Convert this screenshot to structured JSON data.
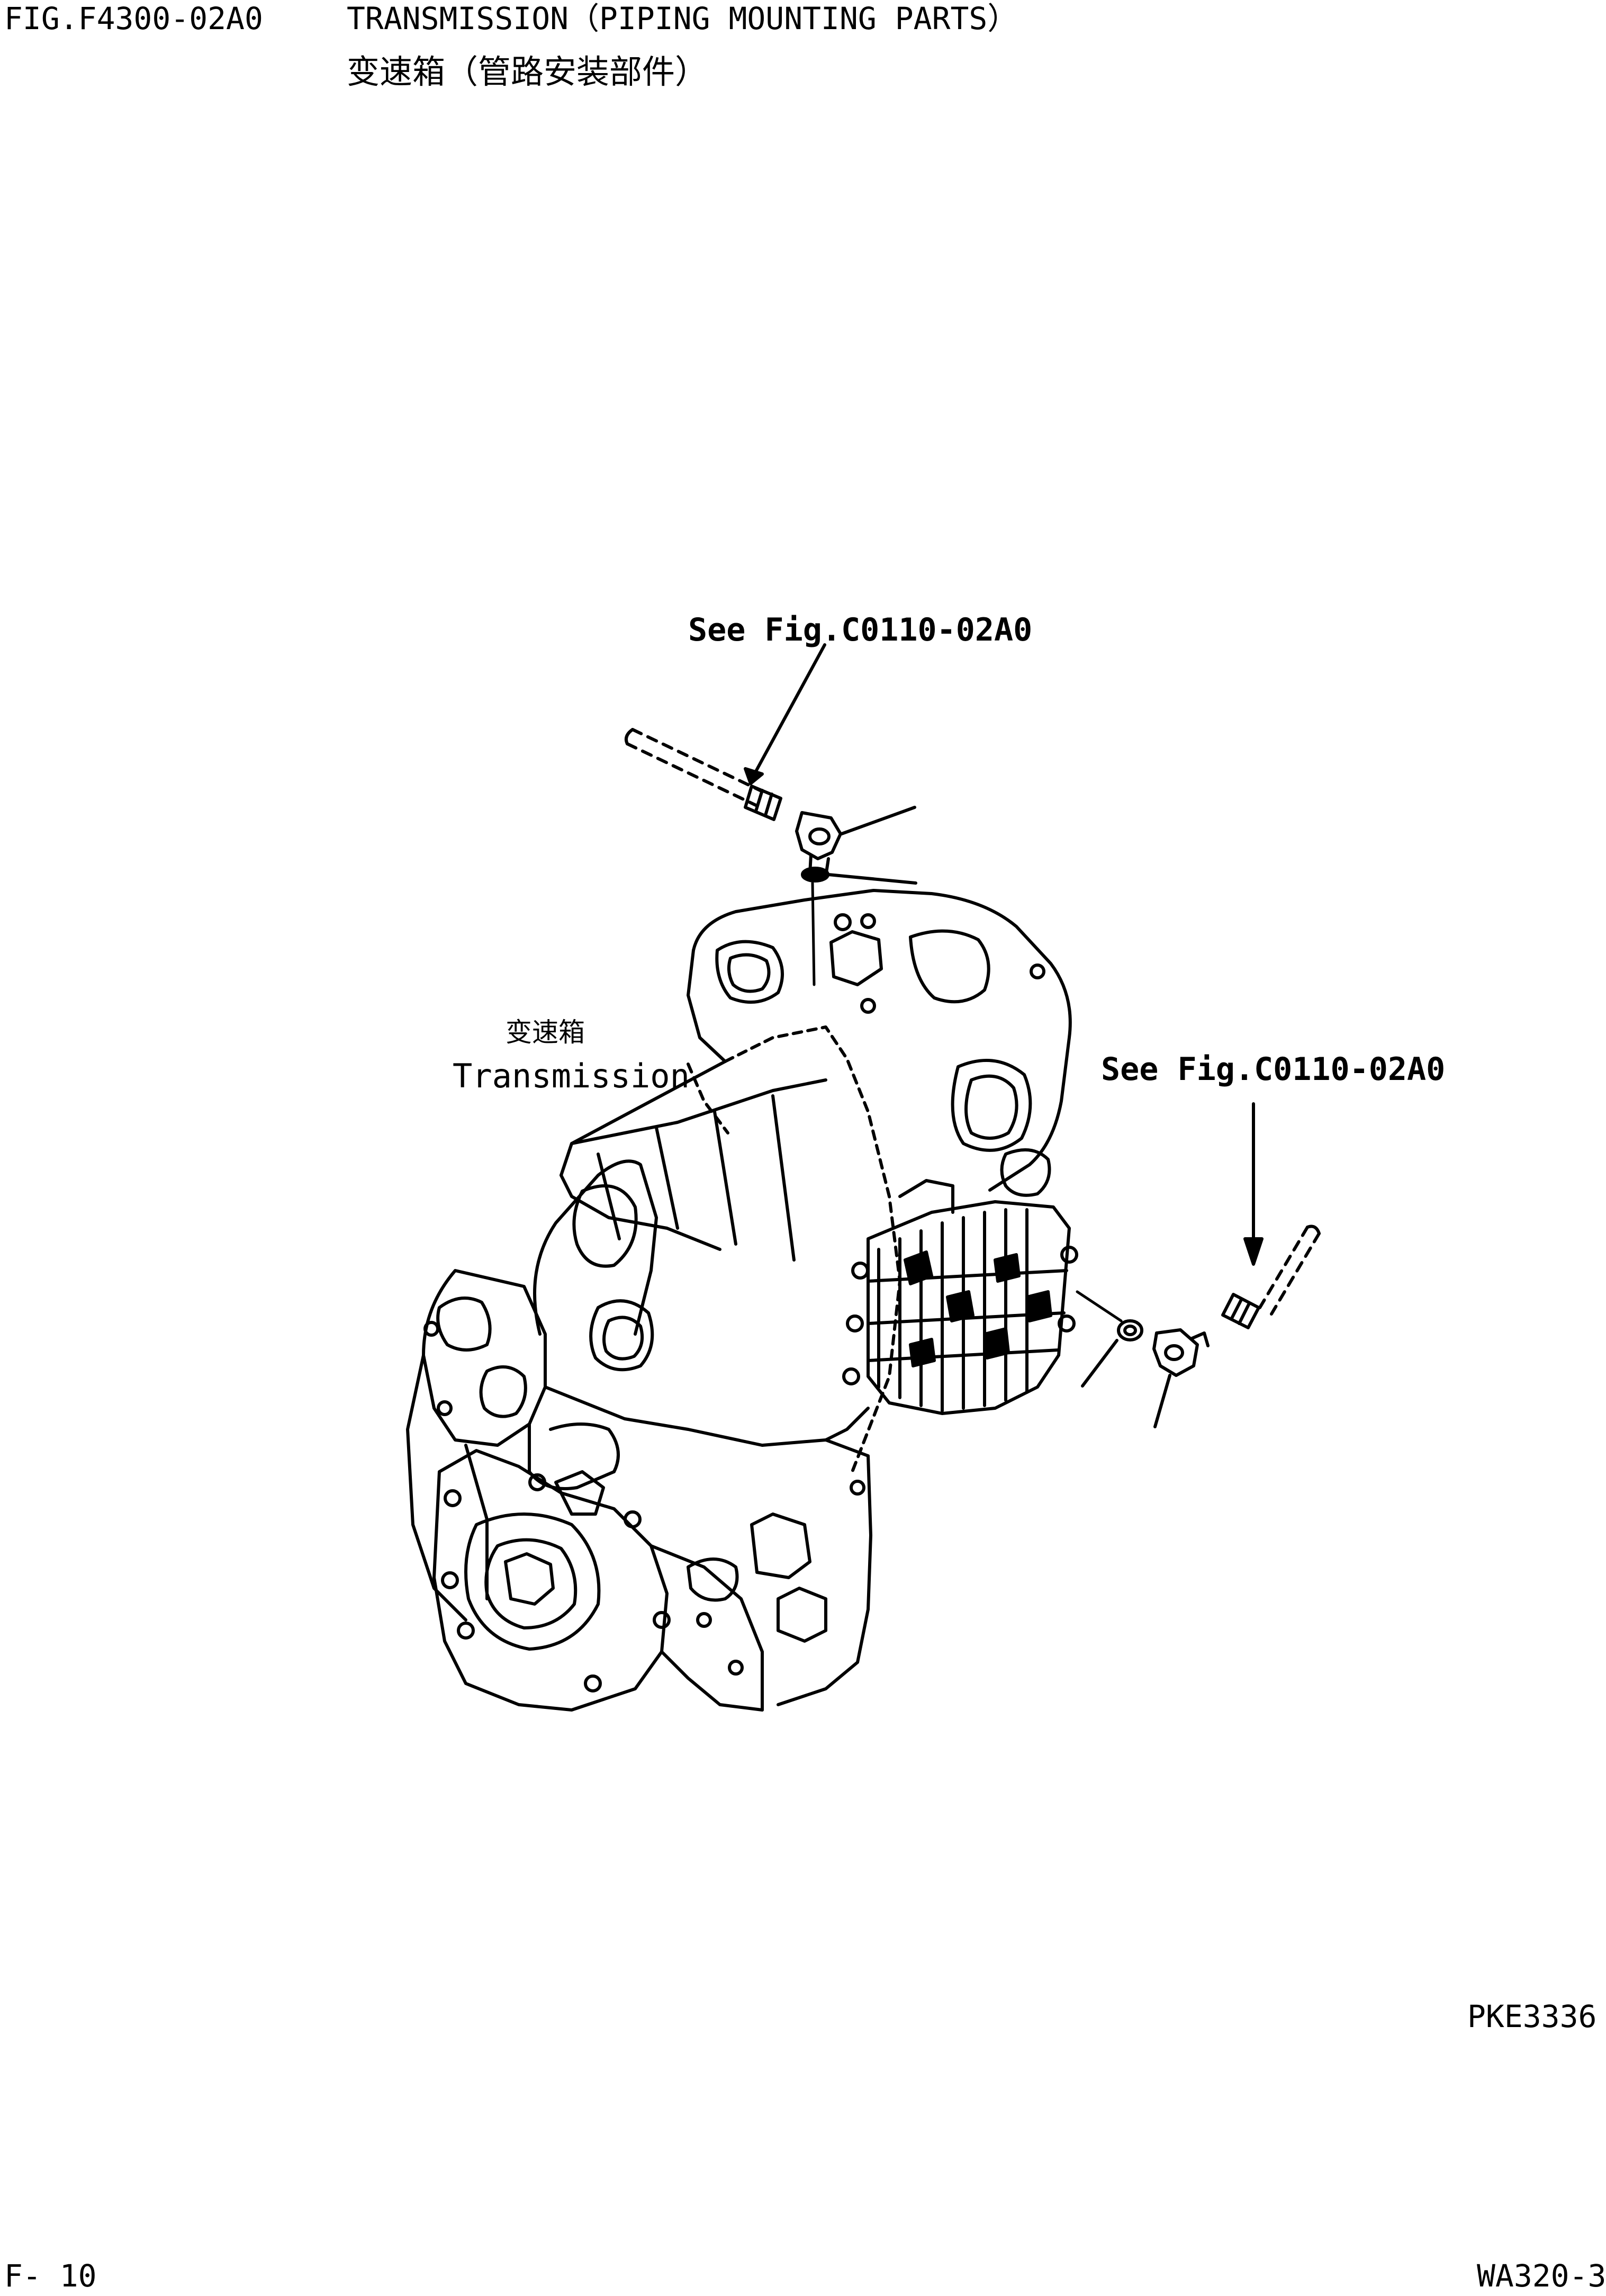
{
  "header": {
    "fig_number": "FIG.F4300-02A0",
    "title_en": "TRANSMISSION（PIPING MOUNTING PARTS）",
    "title_cn": "变速箱（管路安装部件）"
  },
  "diagram": {
    "callout_top": "See Fig.C0110-02A0",
    "callout_right": "See Fig.C0110-02A0",
    "part_label_cn": "变速箱",
    "part_label_en": "Transmission"
  },
  "footer": {
    "drawing_code": "PKE3336",
    "page_number": "F- 10",
    "model": "WA320-3"
  }
}
